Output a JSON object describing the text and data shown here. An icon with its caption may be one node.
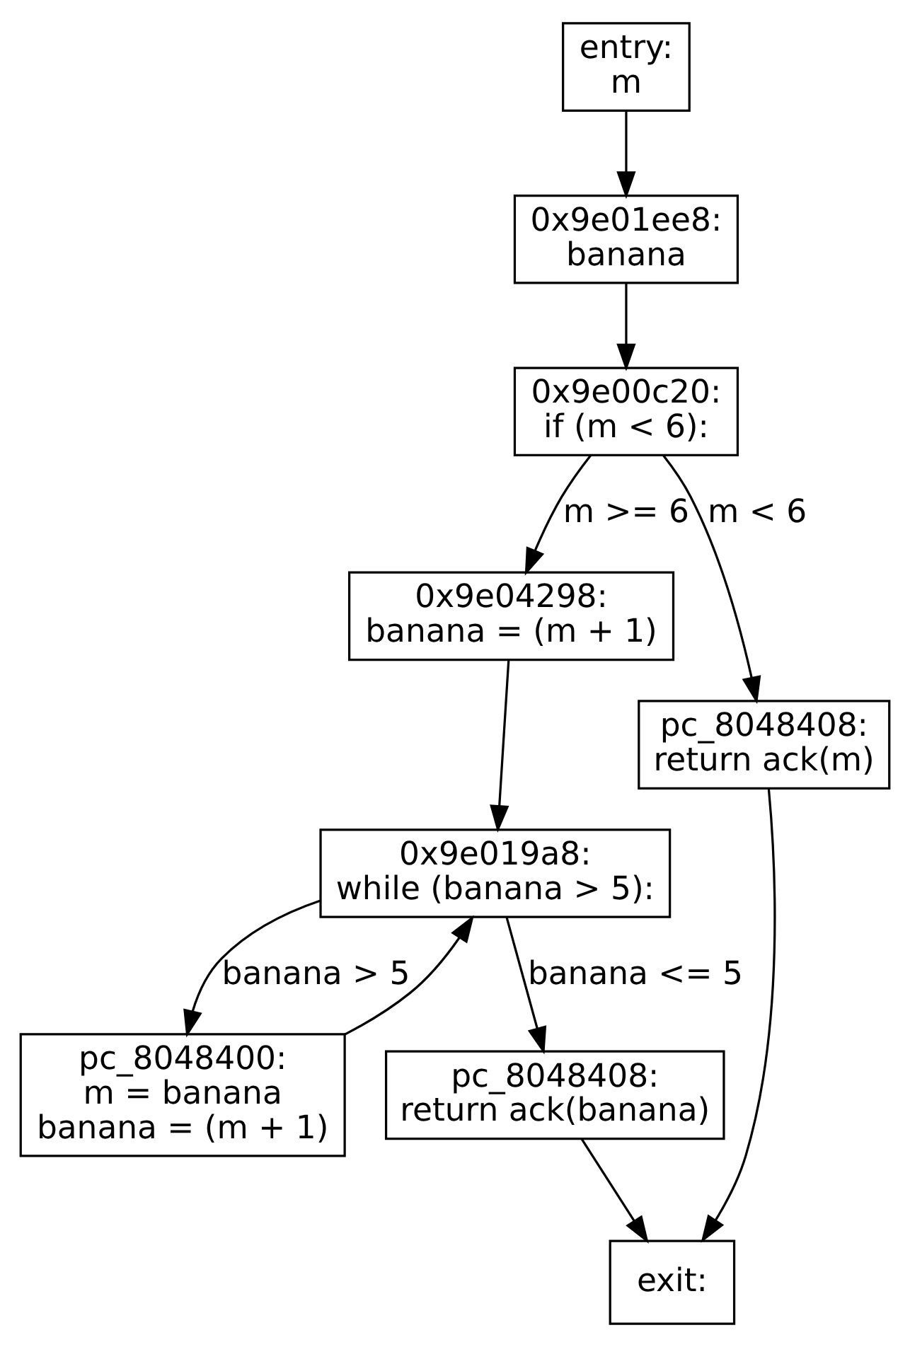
{
  "diagram": {
    "nodes": [
      {
        "text": [
          "entry:",
          "m"
        ]
      },
      {
        "text": [
          "0x9e01ee8:",
          "banana"
        ]
      },
      {
        "text": [
          "0x9e00c20:",
          "if (m < 6):"
        ]
      },
      {
        "text": [
          "0x9e04298:",
          "banana = (m + 1)"
        ]
      },
      {
        "text": [
          "pc_8048408:",
          "return ack(m)"
        ]
      },
      {
        "text": [
          "0x9e019a8:",
          "while (banana > 5):"
        ]
      },
      {
        "text": [
          "pc_8048400:",
          "m = banana",
          "banana = (m + 1)"
        ]
      },
      {
        "text": [
          "pc_8048408:",
          "return ack(banana)"
        ]
      },
      {
        "text": [
          "exit:"
        ]
      }
    ],
    "edges": [
      {
        "from": 0,
        "to": 1,
        "arrow": "to"
      },
      {
        "from": 1,
        "to": 2,
        "arrow": "to"
      },
      {
        "from": 2,
        "to": 4,
        "arrow": "to",
        "label": "m < 6"
      },
      {
        "from": 2,
        "to": 3,
        "arrow": "to",
        "label": "m >= 6"
      },
      {
        "from": 3,
        "to": 5,
        "arrow": "to"
      },
      {
        "from": 5,
        "to": 6,
        "arrow": "to",
        "label": "banana > 5"
      },
      {
        "from": 6,
        "to": 5,
        "arrow": "to"
      },
      {
        "from": 5,
        "to": 7,
        "arrow": "to",
        "label": "banana <= 5"
      },
      {
        "from": 4,
        "to": 8,
        "arrow": "to"
      },
      {
        "from": 7,
        "to": 8,
        "arrow": "to"
      }
    ]
  }
}
